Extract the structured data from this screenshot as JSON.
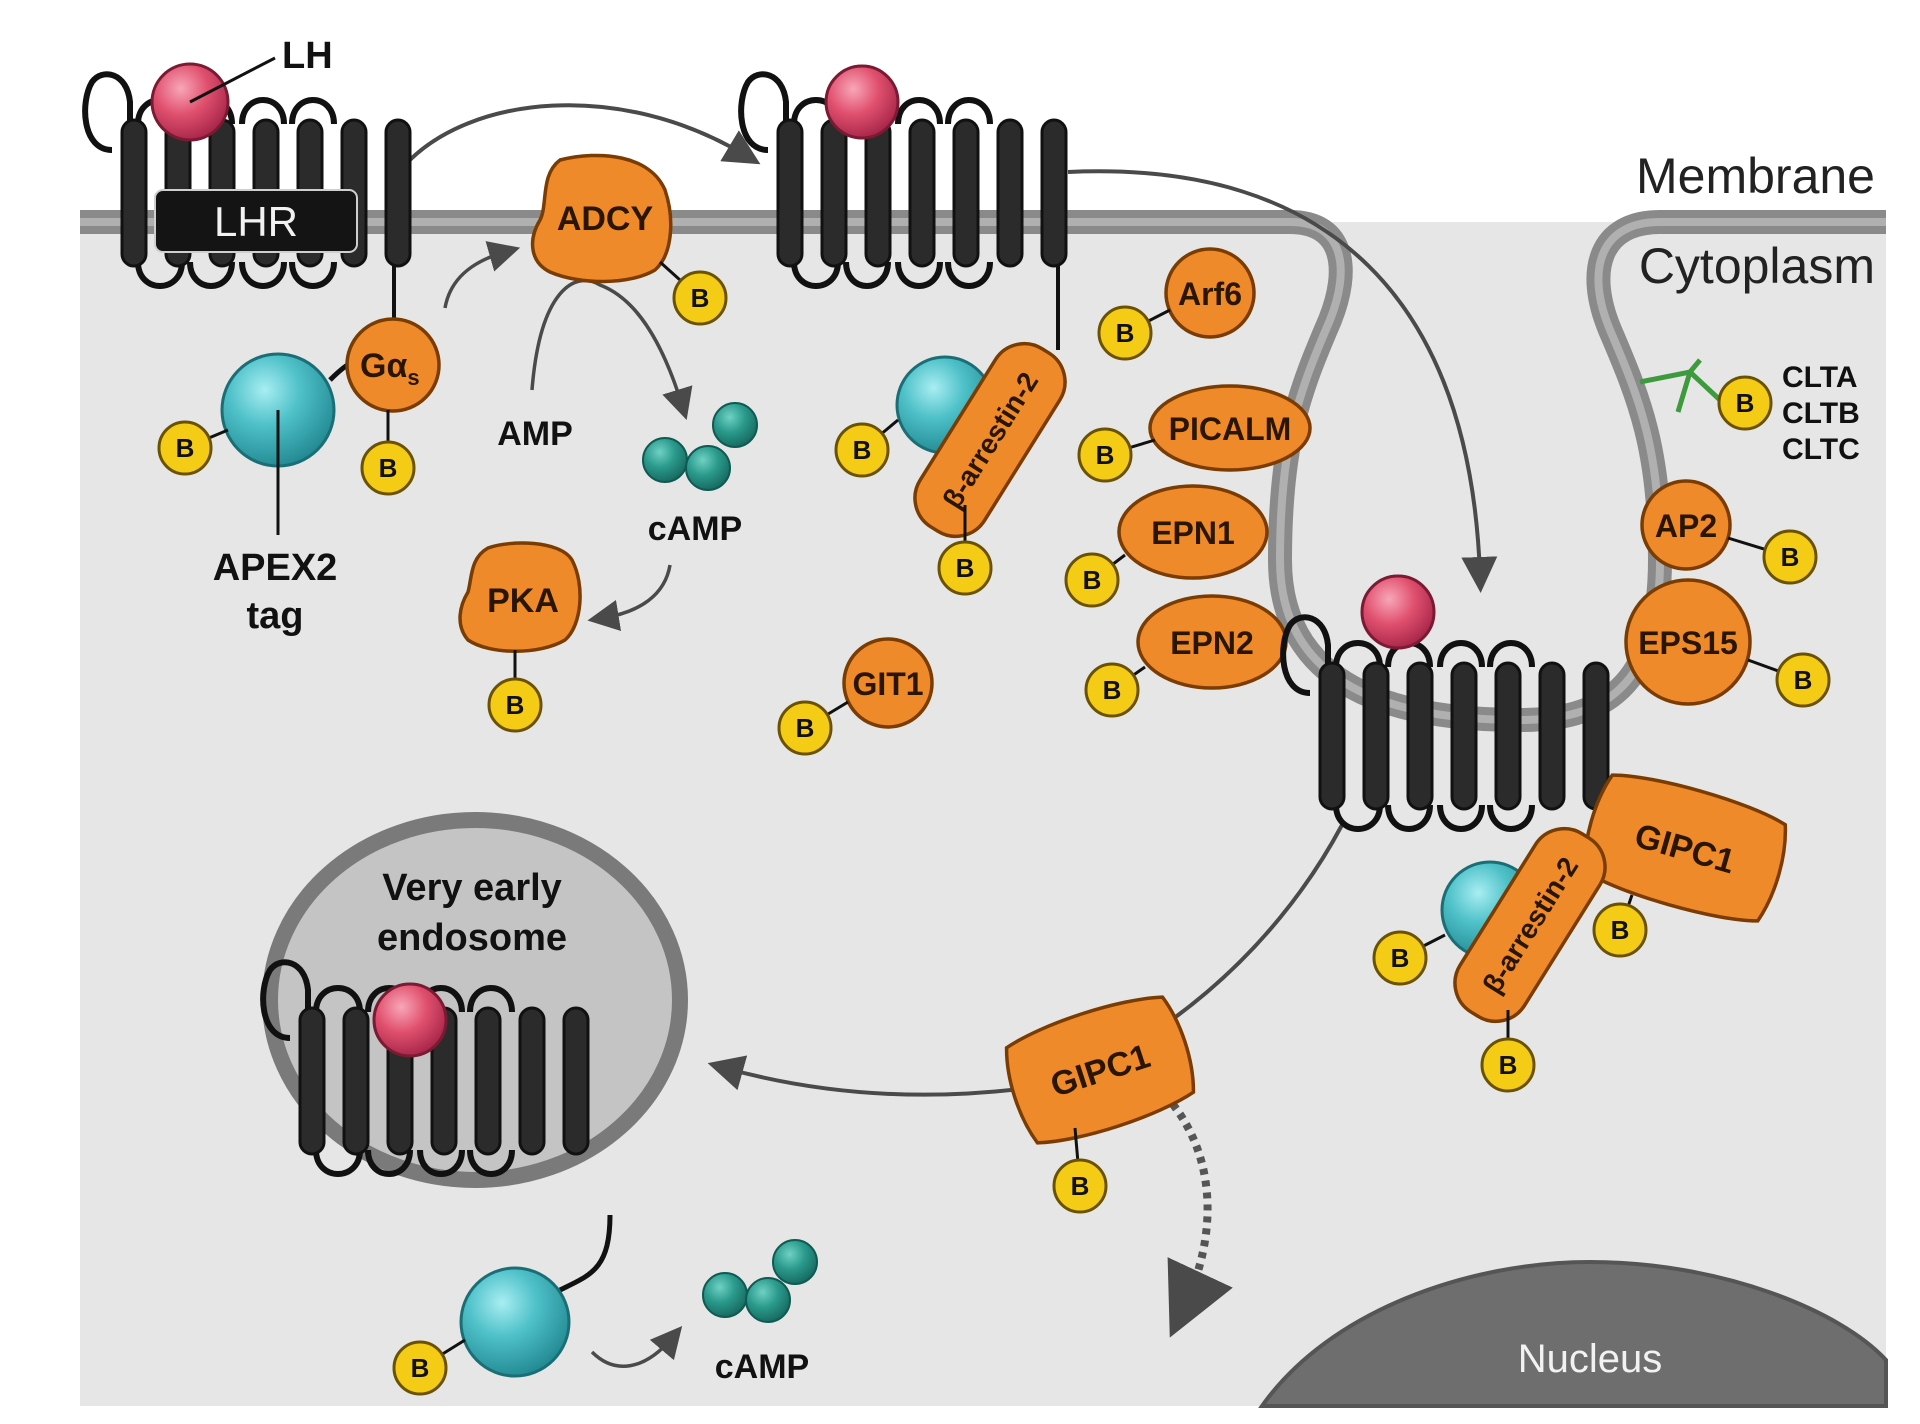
{
  "labels": {
    "membrane": "Membrane",
    "cytoplasm": "Cytoplasm",
    "nucleus": "Nucleus",
    "lh": "LH",
    "lhr": "LHR",
    "gas_main": "Gα",
    "gas_sub": "s",
    "adcy": "ADCY",
    "amp": "AMP",
    "camp": "cAMP",
    "pka": "PKA",
    "apex2_line1": "APEX2",
    "apex2_line2": "tag",
    "arf6": "Arf6",
    "picalm": "PICALM",
    "epn1": "EPN1",
    "epn2": "EPN2",
    "git1": "GIT1",
    "barrestin": "β-arrestin-2",
    "gipc1": "GIPC1",
    "ap2": "AP2",
    "eps15": "EPS15",
    "clta": "CLTA",
    "cltb": "CLTB",
    "cltc": "CLTC",
    "endosome_line1": "Very early",
    "endosome_line2": "endosome",
    "biotin": "B"
  },
  "colors": {
    "background": "#e6e6e6",
    "membrane": "#8a8a8a",
    "receptor": "#2b2b2b",
    "ligand": "#e0506e",
    "apex2": "#4fc1c9",
    "protein": "#ef8a2a",
    "biotin": "#f4cb15",
    "camp": "#2a9a8c",
    "clathrin": "#3d9a3d",
    "nucleus": "#6e6e6e",
    "endosome": "#c4c4c4"
  }
}
